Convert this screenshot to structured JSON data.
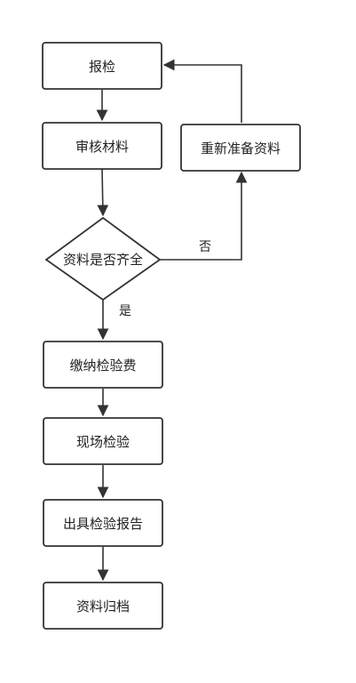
{
  "diagram": {
    "nodes": {
      "inspection_request": "报检",
      "review_materials": "审核材料",
      "materials_complete": "资料是否齐全",
      "prepare_again": "重新准备资料",
      "pay_fee": "缴纳检验费",
      "onsite_inspection": "现场检验",
      "issue_report": "出具检验报告",
      "archive": "资料归档"
    },
    "edge_labels": {
      "no": "否",
      "yes": "是"
    },
    "colors": {
      "stroke": "#333333",
      "fill": "#ffffff",
      "text": "#222222"
    }
  }
}
